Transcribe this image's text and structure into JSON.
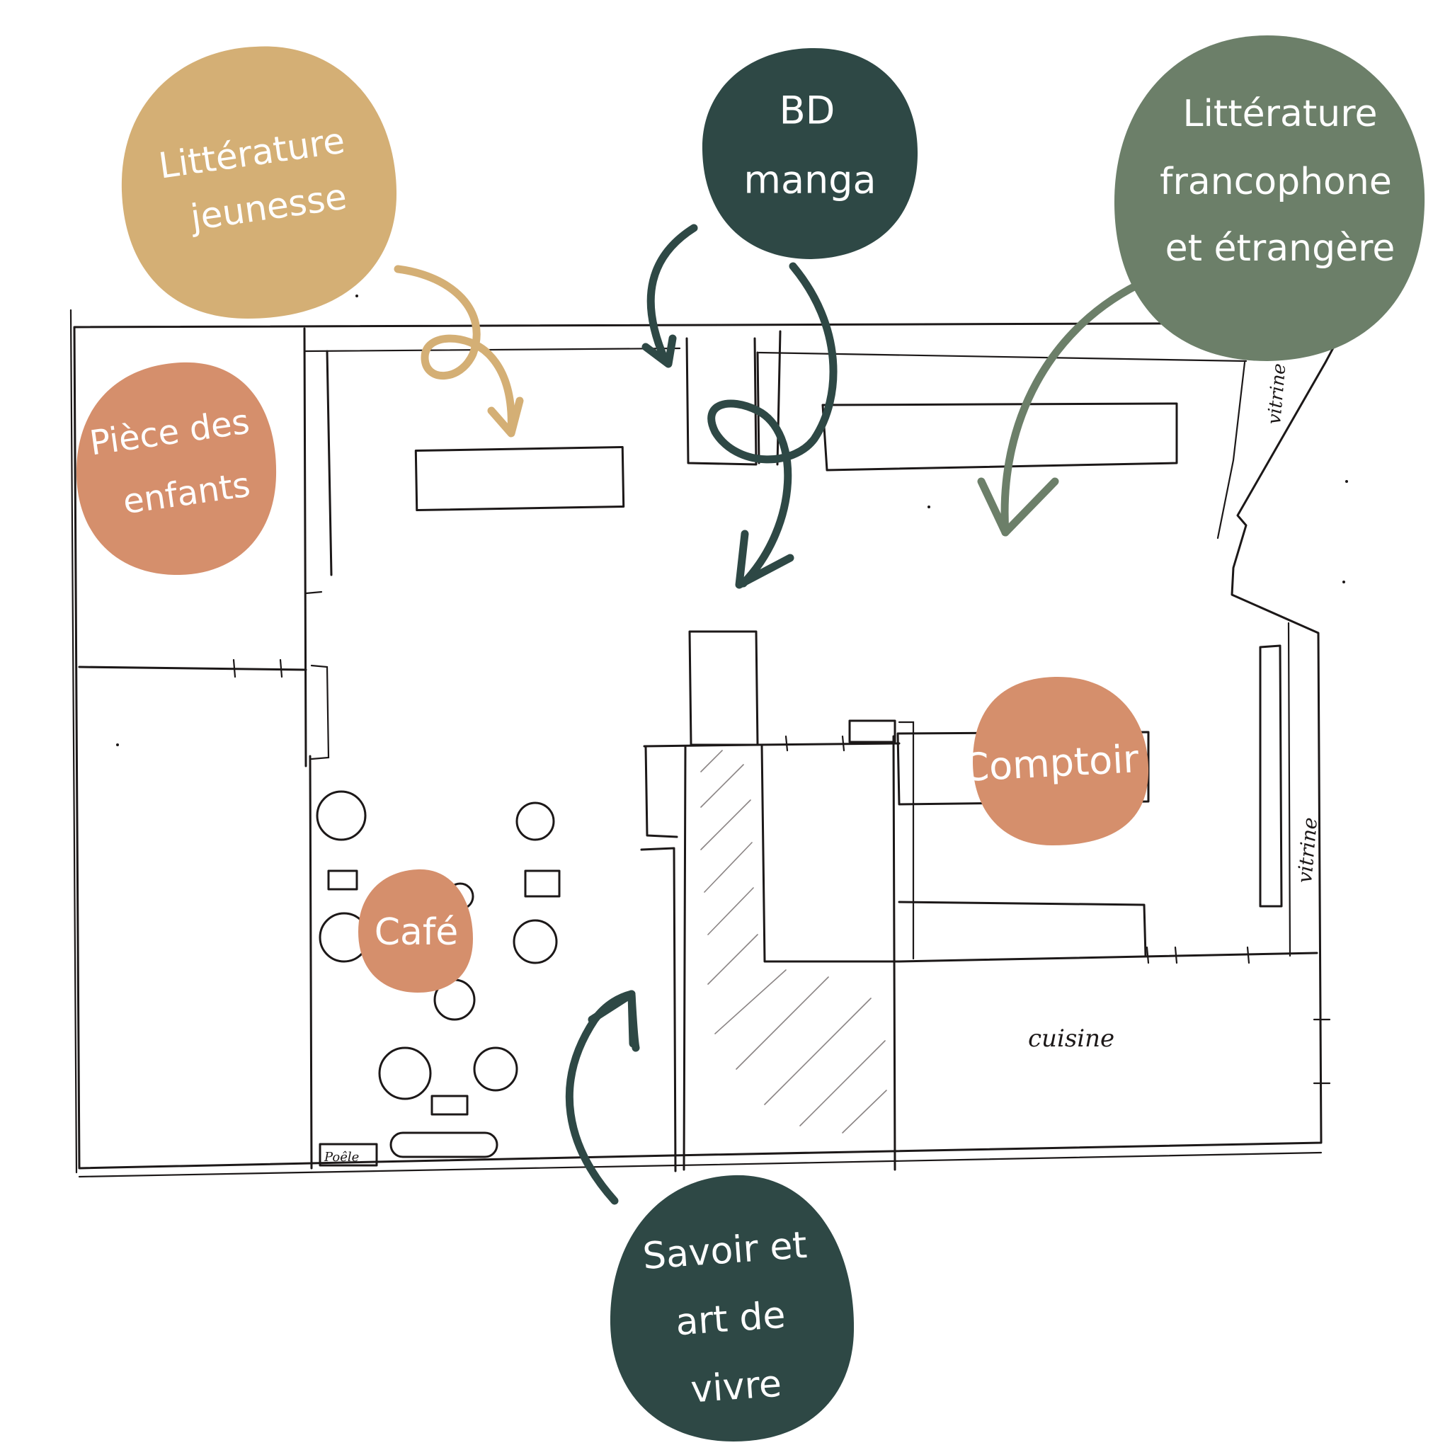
{
  "zones": {
    "jeunesse": {
      "lines": [
        "Littérature",
        "jeunesse"
      ],
      "color": "#D4AF75"
    },
    "bd": {
      "lines": [
        "BD",
        "manga"
      ],
      "color": "#2E4845"
    },
    "francophone": {
      "lines": [
        "Littérature",
        "francophone",
        "et étrangère"
      ],
      "color": "#6C7F69"
    },
    "enfants": {
      "lines": [
        "Pièce des",
        "enfants"
      ],
      "color": "#D58F6C"
    },
    "comptoir": {
      "lines": [
        "Comptoir"
      ],
      "color": "#D58F6C"
    },
    "cafe": {
      "lines": [
        "Café"
      ],
      "color": "#D58F6C"
    },
    "savoir": {
      "lines": [
        "Savoir et",
        "art de",
        "vivre"
      ],
      "color": "#2E4845"
    }
  },
  "plan_labels": {
    "vitrine_top": "vitrine",
    "vitrine_right": "vitrine",
    "cuisine": "cuisine",
    "poele": "Poêle"
  }
}
